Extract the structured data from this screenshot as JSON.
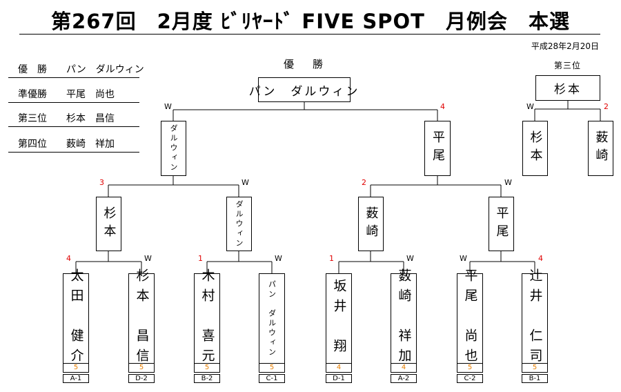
{
  "title": "第267回　2月度 ﾋﾞﾘﾔｰﾄﾞ FIVE SPOT　月例会　本選",
  "date": "平成28年2月20日",
  "results": [
    {
      "rank": "優　勝",
      "name": "パン　ダルウィン"
    },
    {
      "rank": "準優勝",
      "name": "平尾　尚也"
    },
    {
      "rank": "第三位",
      "name": "杉本　昌信"
    },
    {
      "rank": "第四位",
      "name": "薮崎　祥加"
    }
  ],
  "champion_caption": "優　勝",
  "champion": "パン　ダルウィン",
  "third_caption": "第三位",
  "third_winner": "杉本",
  "players": [
    {
      "name": "太田　健介",
      "score": "5",
      "seed": "A-1"
    },
    {
      "name": "杉本　昌信",
      "score": "5",
      "seed": "D-2"
    },
    {
      "name": "木村　喜元",
      "score": "5",
      "seed": "B-2"
    },
    {
      "name": "パン　ダルウィン",
      "score": "5",
      "seed": "C-1"
    },
    {
      "name": "坂井　翔",
      "score": "4",
      "seed": "D-1"
    },
    {
      "name": "薮崎　祥加",
      "score": "4",
      "seed": "A-2"
    },
    {
      "name": "平尾　尚也",
      "score": "5",
      "seed": "C-2"
    },
    {
      "name": "辻井　仁司",
      "score": "5",
      "seed": "B-1"
    }
  ],
  "quarter_final": [
    {
      "name": "杉本",
      "left": "4",
      "right": "W"
    },
    {
      "name": "ダルウィン",
      "left": "1",
      "right": "W"
    },
    {
      "name": "薮崎",
      "left": "1",
      "right": "W"
    },
    {
      "name": "平尾",
      "left": "W",
      "right": "4"
    }
  ],
  "semi_final": [
    {
      "name": "ダルウィン",
      "left": "3",
      "right": "W"
    },
    {
      "name": "平尾",
      "left": "2",
      "right": "W"
    }
  ],
  "final": {
    "left": "W",
    "right": "4"
  },
  "third_place": [
    {
      "name": "杉本"
    },
    {
      "name": "薮崎"
    }
  ],
  "third_scores": {
    "left": "W",
    "right": "2"
  }
}
